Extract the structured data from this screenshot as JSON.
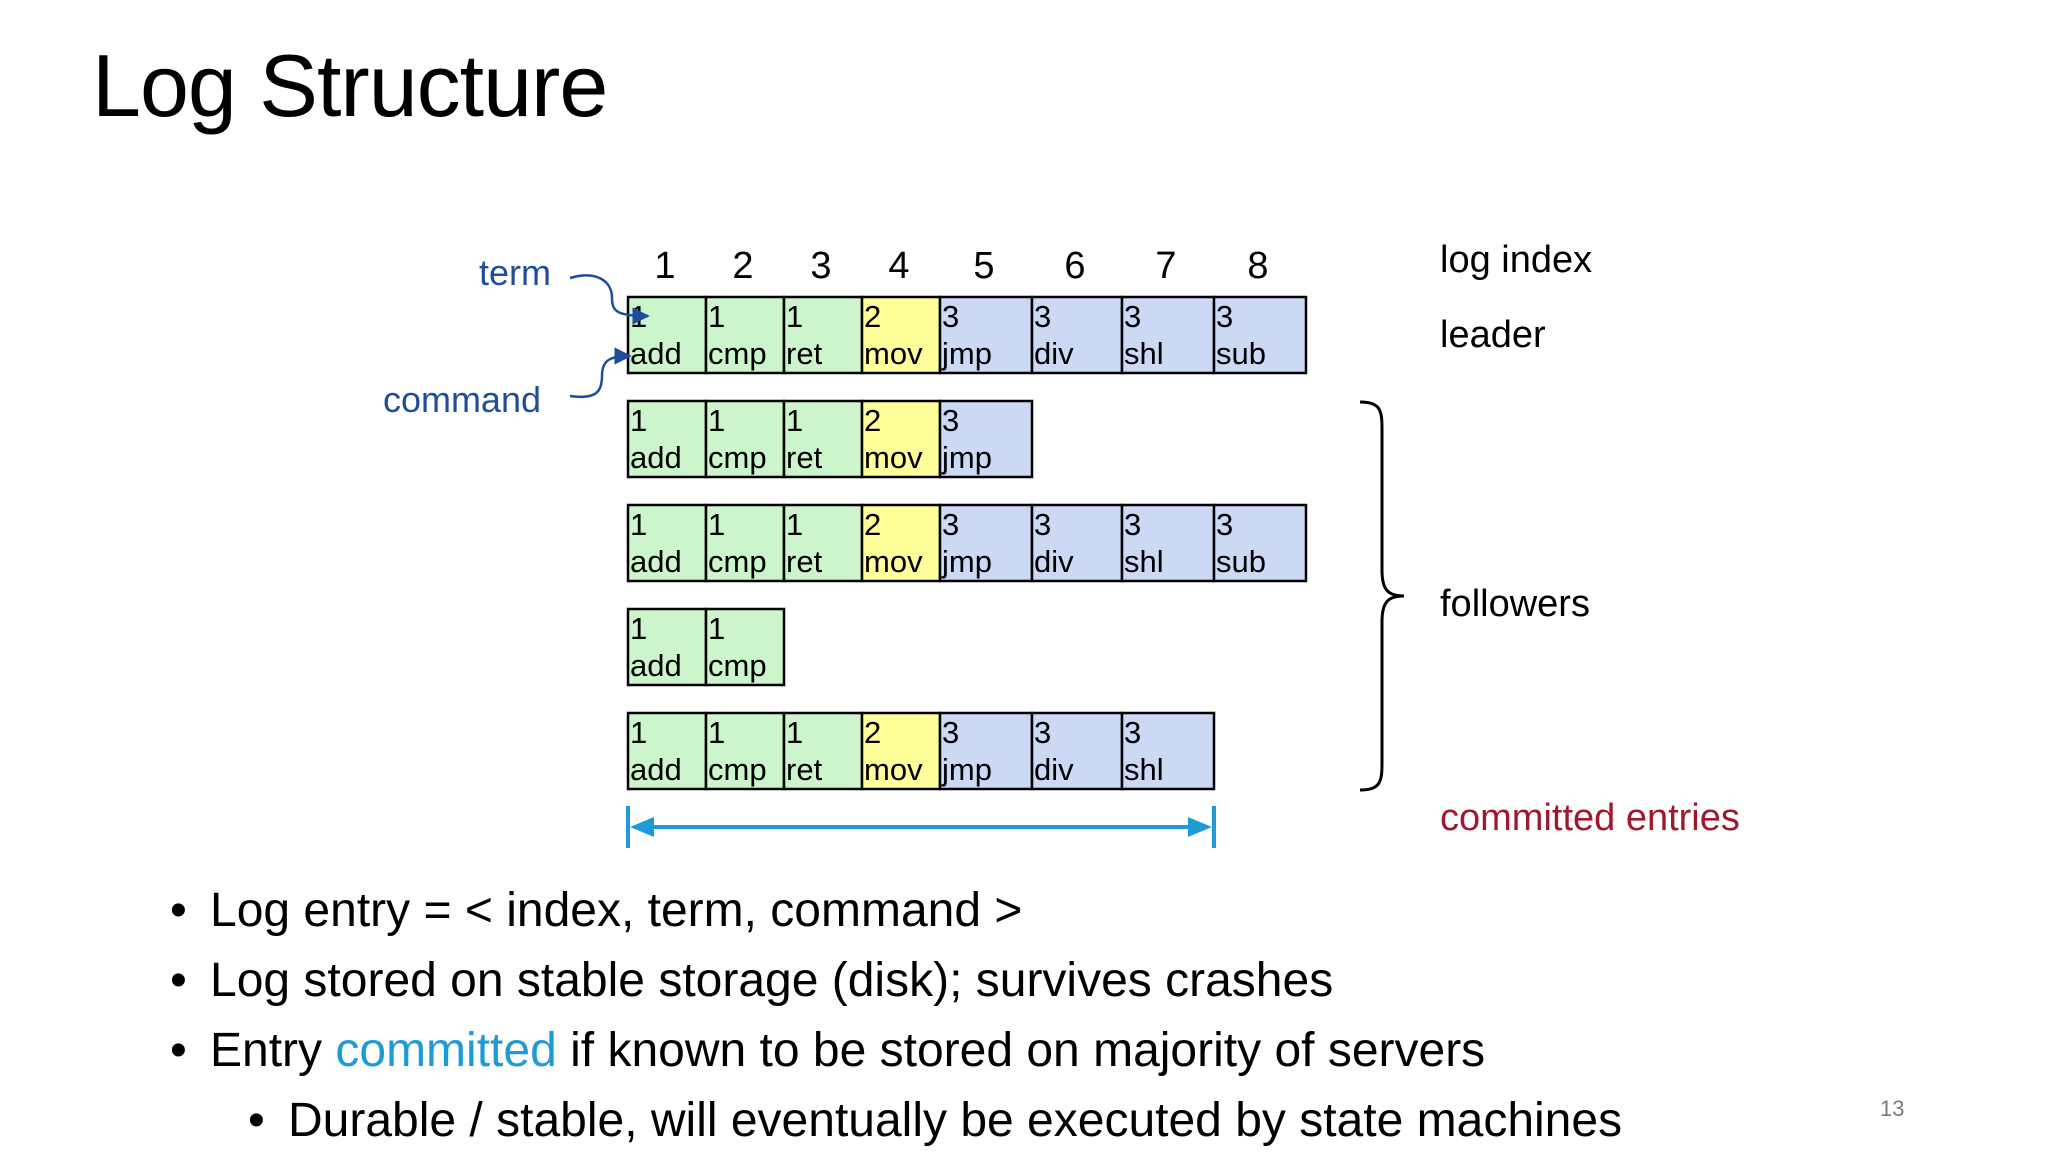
{
  "slide": {
    "title": "Log Structure",
    "number": "13"
  },
  "diagram": {
    "index_labels": [
      "1",
      "2",
      "3",
      "4",
      "5",
      "6",
      "7",
      "8"
    ],
    "right_labels": {
      "log_index": "log index",
      "leader": "leader",
      "followers": "followers",
      "committed": "committed entries"
    },
    "annotations": {
      "term": "term",
      "command": "command"
    },
    "colors": {
      "term_1": "#ccf5cc",
      "term_2": "#ffff99",
      "term_3": "#ccd9f5",
      "annotation": "#1f4e99",
      "committed_label": "#a0182e",
      "committed_arrow": "#1e9ad6"
    },
    "committed_through_index": 7,
    "logs": [
      {
        "role": "leader",
        "entries": [
          {
            "term": "1",
            "command": "add"
          },
          {
            "term": "1",
            "command": "cmp"
          },
          {
            "term": "1",
            "command": "ret"
          },
          {
            "term": "2",
            "command": "mov"
          },
          {
            "term": "3",
            "command": "jmp"
          },
          {
            "term": "3",
            "command": "div"
          },
          {
            "term": "3",
            "command": "shl"
          },
          {
            "term": "3",
            "command": "sub"
          }
        ]
      },
      {
        "role": "follower",
        "entries": [
          {
            "term": "1",
            "command": "add"
          },
          {
            "term": "1",
            "command": "cmp"
          },
          {
            "term": "1",
            "command": "ret"
          },
          {
            "term": "2",
            "command": "mov"
          },
          {
            "term": "3",
            "command": "jmp"
          }
        ]
      },
      {
        "role": "follower",
        "entries": [
          {
            "term": "1",
            "command": "add"
          },
          {
            "term": "1",
            "command": "cmp"
          },
          {
            "term": "1",
            "command": "ret"
          },
          {
            "term": "2",
            "command": "mov"
          },
          {
            "term": "3",
            "command": "jmp"
          },
          {
            "term": "3",
            "command": "div"
          },
          {
            "term": "3",
            "command": "shl"
          },
          {
            "term": "3",
            "command": "sub"
          }
        ]
      },
      {
        "role": "follower",
        "entries": [
          {
            "term": "1",
            "command": "add"
          },
          {
            "term": "1",
            "command": "cmp"
          }
        ]
      },
      {
        "role": "follower",
        "entries": [
          {
            "term": "1",
            "command": "add"
          },
          {
            "term": "1",
            "command": "cmp"
          },
          {
            "term": "1",
            "command": "ret"
          },
          {
            "term": "2",
            "command": "mov"
          },
          {
            "term": "3",
            "command": "jmp"
          },
          {
            "term": "3",
            "command": "div"
          },
          {
            "term": "3",
            "command": "shl"
          }
        ]
      }
    ]
  },
  "bullets": [
    {
      "text": "Log entry = < index, term, command >"
    },
    {
      "text": "Log stored on stable storage (disk); survives crashes"
    },
    {
      "before": "Entry ",
      "highlight": "committed",
      "after": " if known to be stored on majority of servers"
    },
    {
      "text": "Durable / stable, will eventually be executed by state machines"
    }
  ]
}
